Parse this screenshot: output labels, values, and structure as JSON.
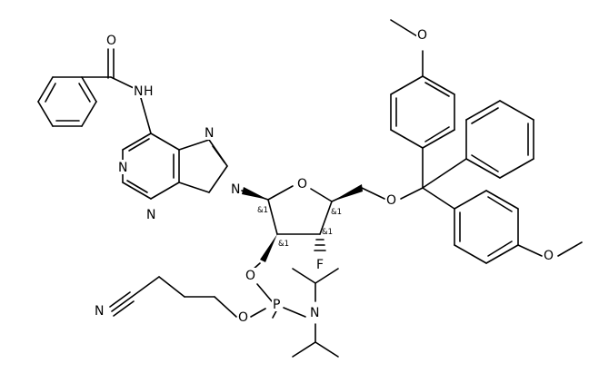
{
  "molecule": {
    "atom_labels": {
      "O_amide": "O",
      "NH": "N",
      "NH_H": "H",
      "N1": "N",
      "N3": "N",
      "N7": "N",
      "N9": "N",
      "O_ring": "O",
      "O_5p": "O",
      "O_2p": "O",
      "F": "F",
      "P": "P",
      "O_P": "O",
      "N_P": "N",
      "N_cyano": "N",
      "O_me1": "O",
      "O_me2": "O"
    },
    "stereo_labels": {
      "c1": "&1",
      "c2": "&1",
      "c3": "&1",
      "c4": "&1"
    }
  },
  "colors": {
    "bond": "#000000",
    "background": "#ffffff",
    "text": "#000000"
  }
}
